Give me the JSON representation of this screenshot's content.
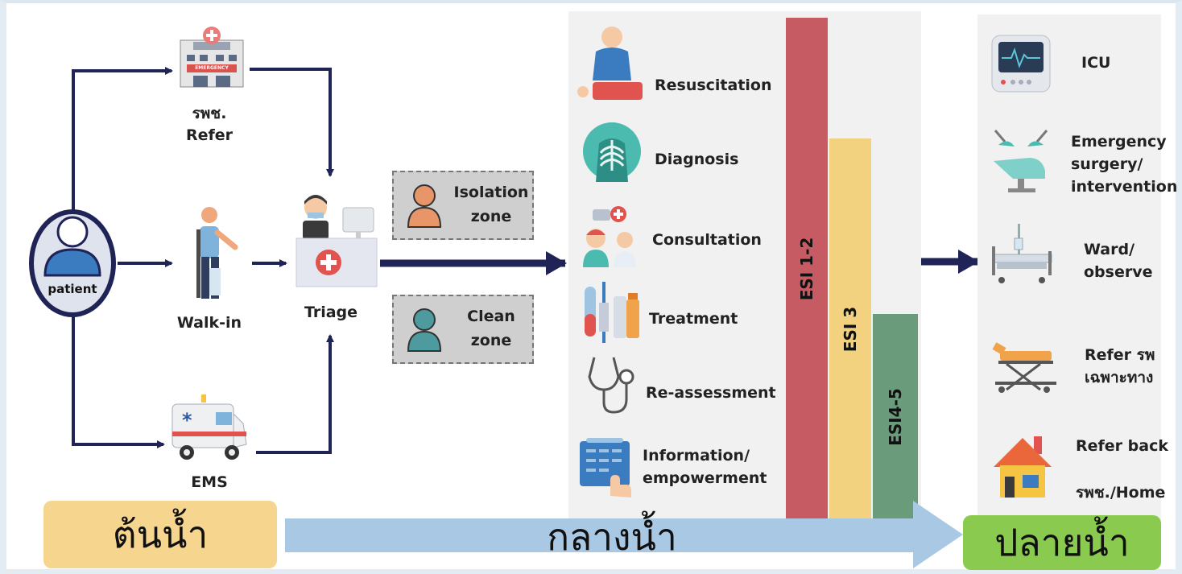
{
  "patient": {
    "label": "patient"
  },
  "sources": {
    "refer": {
      "line1": "รพช.",
      "line2": "Refer",
      "sign": "EMERGENCY"
    },
    "walkin": {
      "label": "Walk-in"
    },
    "ems": {
      "label": "EMS"
    }
  },
  "triage": {
    "label": "Triage"
  },
  "zones": [
    {
      "line1": "Isolation",
      "line2": "zone"
    },
    {
      "line1": "Clean",
      "line2": "zone"
    }
  ],
  "steps": [
    {
      "label": "Resuscitation"
    },
    {
      "label": "Diagnosis"
    },
    {
      "label": "Consultation"
    },
    {
      "label": "Treatment"
    },
    {
      "label": "Re-assessment"
    },
    {
      "line1": "Information/",
      "line2": "empowerment"
    }
  ],
  "esi": [
    {
      "label": "ESI 1-2",
      "color": "#c65b63"
    },
    {
      "label": "ESI 3",
      "color": "#f3d27f"
    },
    {
      "label": "ESI4-5",
      "color": "#6a9c7c"
    }
  ],
  "destinations": [
    {
      "line1": "ICU"
    },
    {
      "line1": "Emergency",
      "line2": "surgery/",
      "line3": "intervention"
    },
    {
      "line1": "Ward/",
      "line2": "observe"
    },
    {
      "line1": "Refer รพ",
      "line2": "เฉพาะทาง"
    },
    {
      "line1": "Refer back",
      "line2": "รพช./Home"
    }
  ],
  "stages": {
    "upstream": {
      "label": "ต้นน้ำ",
      "color": "#f6d58f"
    },
    "midstream": {
      "label": "กลางน้ำ",
      "color": "#a8c8e4"
    },
    "downstream": {
      "label": "ปลายน้ำ",
      "color": "#8acb4f"
    }
  },
  "colors": {
    "flow": "#1f2356",
    "panel": "#f1f1f1"
  }
}
